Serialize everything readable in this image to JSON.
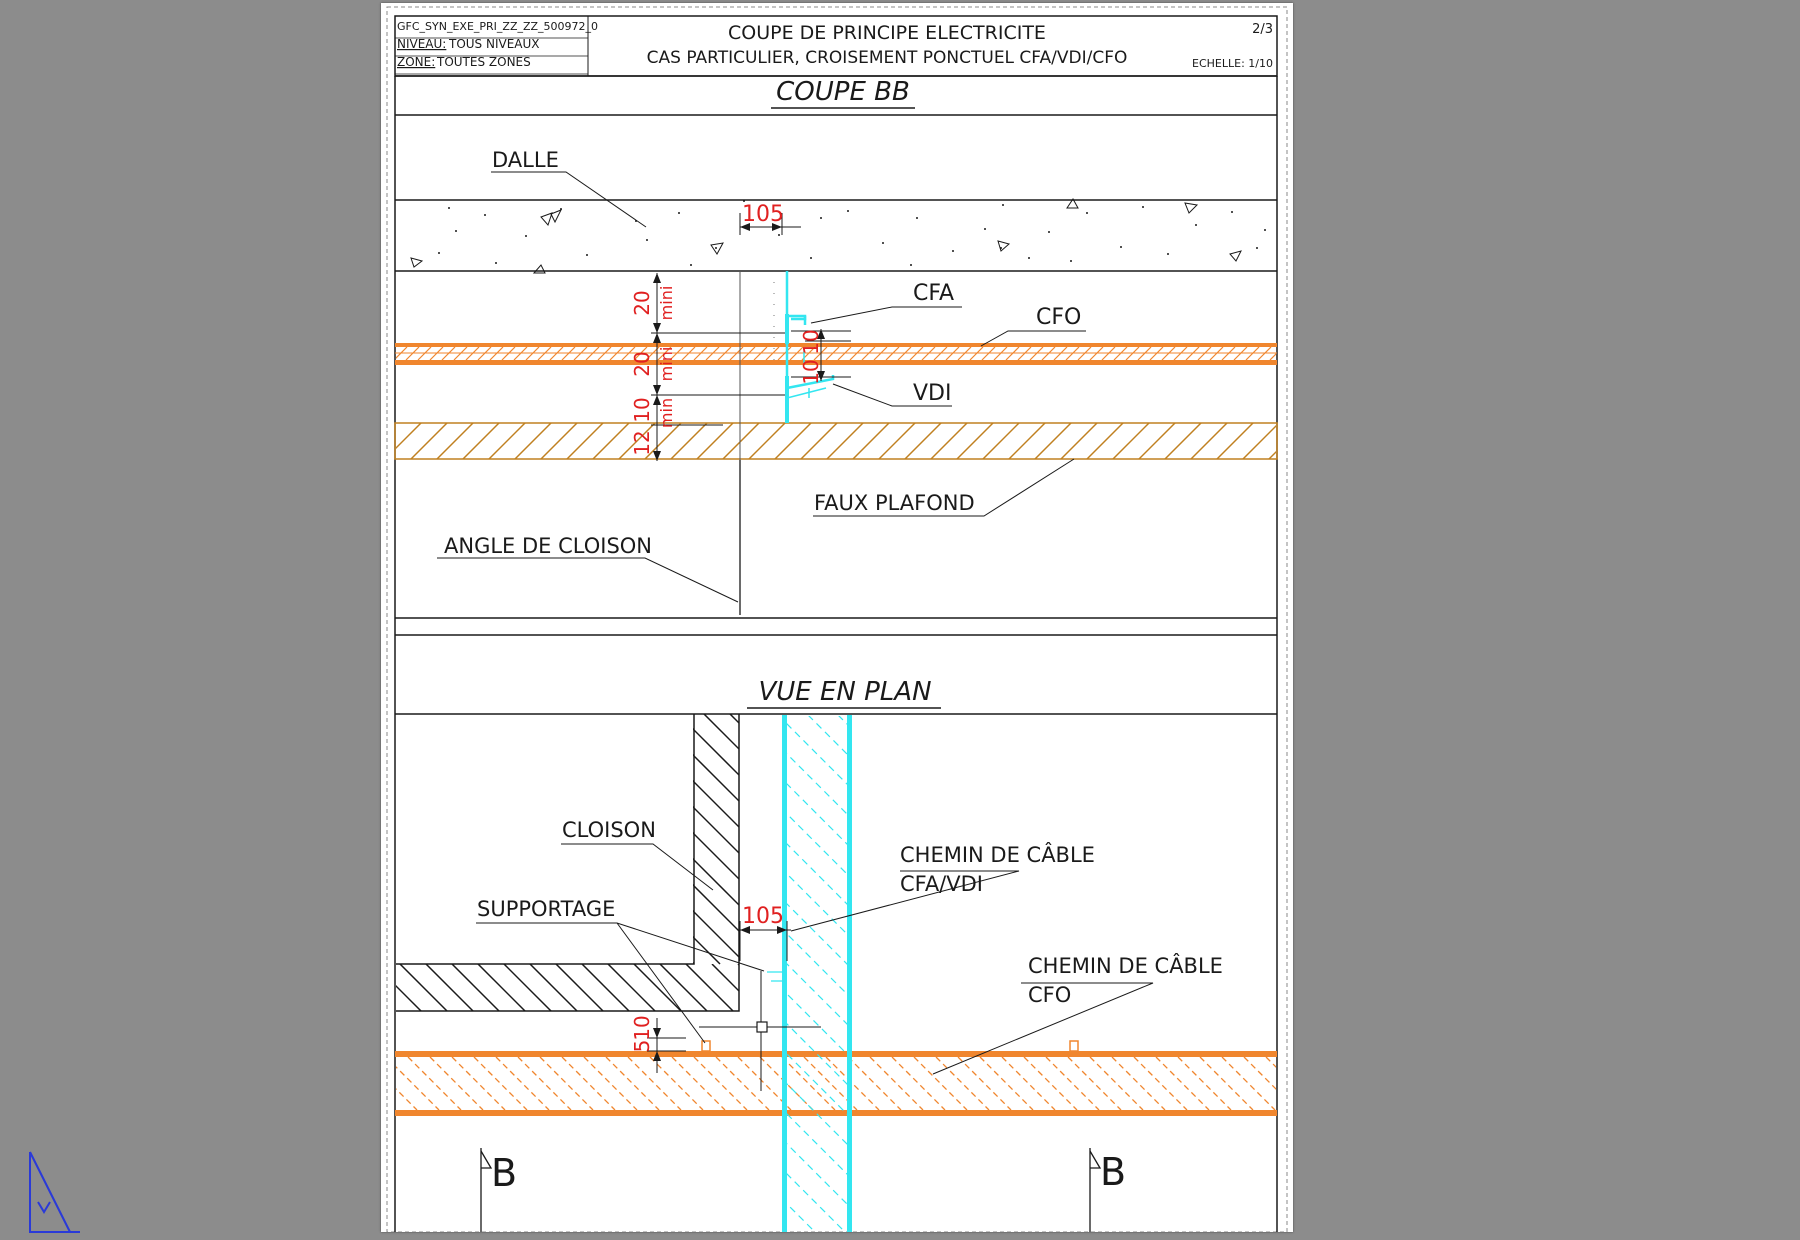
{
  "title_block": {
    "file_ref": "GFC_SYN_EXE_PRI_ZZ_ZZ_500972_0",
    "niveau_label": "NIVEAU:",
    "niveau_value": "TOUS NIVEAUX",
    "zone_label": "ZONE:",
    "zone_value": "TOUTES ZONES",
    "title_line1": "COUPE DE PRINCIPE ELECTRICITE",
    "title_line2": "CAS PARTICULIER, CROISEMENT PONCTUEL CFA/VDI/CFO",
    "sheet_number": "2/3",
    "scale": "ECHELLE: 1/10"
  },
  "section_bb": {
    "heading": "COUPE BB",
    "labels": {
      "dalle": "DALLE",
      "cfa": "CFA",
      "cfo": "CFO",
      "vdi": "VDI",
      "faux_plafond": "FAUX PLAFOND",
      "angle_cloison": "ANGLE DE CLOISON"
    },
    "dims": {
      "offset": "105",
      "d20a": "20",
      "mini_a": "mini",
      "d20b": "20",
      "mini_b": "mini",
      "d10a": "10",
      "d10b": "10",
      "d10c": "10",
      "min_c": "min",
      "d12": "12"
    }
  },
  "plan_view": {
    "heading": "VUE EN PLAN",
    "labels": {
      "cloison": "CLOISON",
      "supportage": "SUPPORTAGE",
      "chemin_cfa_line1": "CHEMIN DE CÂBLE",
      "chemin_cfa_line2": "CFA/VDI",
      "chemin_cfo_line1": "CHEMIN DE CÂBLE",
      "chemin_cfo_line2": "CFO",
      "section_mark_left": "B",
      "section_mark_right": "B"
    },
    "dims": {
      "offset": "105",
      "d5": "5",
      "d10": "10"
    }
  },
  "colors": {
    "background": "#8c8c8c",
    "sheet": "#ffffff",
    "cfo_orange": "#f0862e",
    "faux_plafond_hatch": "#c08020",
    "cfa_cyan": "#33e6f0",
    "dimension_red": "#e02020",
    "line": "#1a1a1a",
    "ucs_blue": "#2a3ad8"
  }
}
